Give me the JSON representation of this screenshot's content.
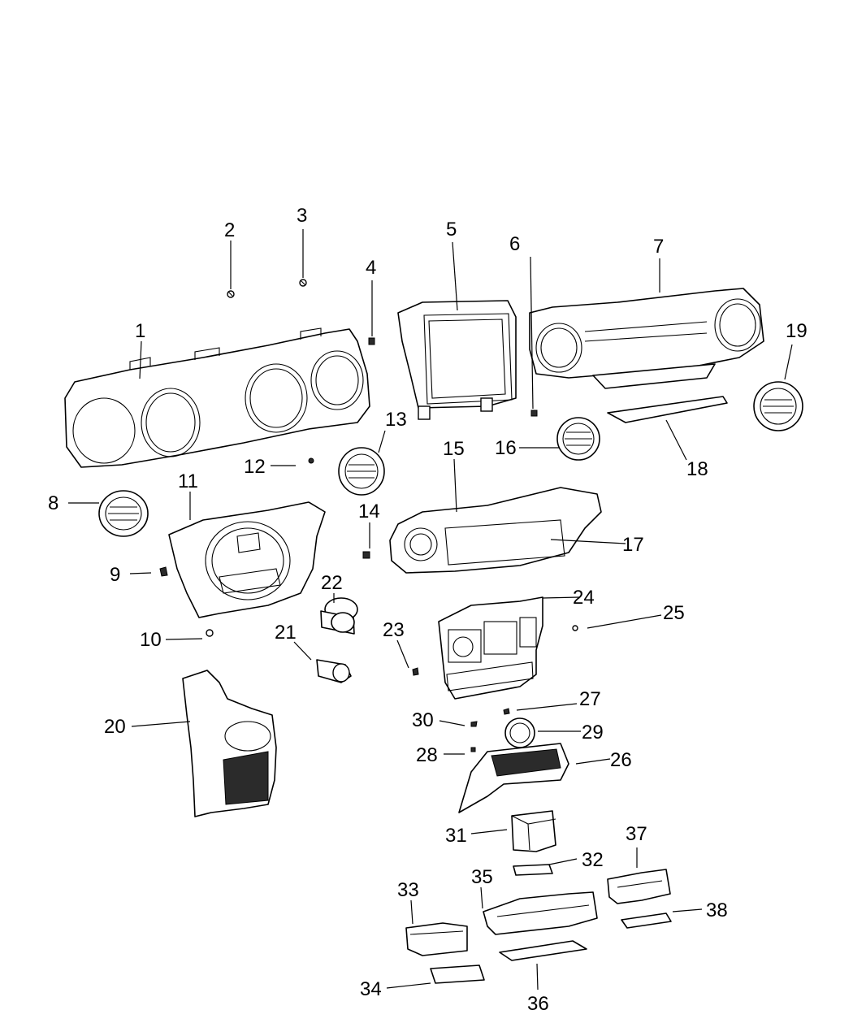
{
  "callouts": [
    {
      "id": "1",
      "label": "1"
    },
    {
      "id": "2",
      "label": "2"
    },
    {
      "id": "3",
      "label": "3"
    },
    {
      "id": "4",
      "label": "4"
    },
    {
      "id": "5",
      "label": "5"
    },
    {
      "id": "6",
      "label": "6"
    },
    {
      "id": "7",
      "label": "7"
    },
    {
      "id": "8",
      "label": "8"
    },
    {
      "id": "9",
      "label": "9"
    },
    {
      "id": "10",
      "label": "10"
    },
    {
      "id": "11",
      "label": "11"
    },
    {
      "id": "12",
      "label": "12"
    },
    {
      "id": "13",
      "label": "13"
    },
    {
      "id": "14",
      "label": "14"
    },
    {
      "id": "15",
      "label": "15"
    },
    {
      "id": "16",
      "label": "16"
    },
    {
      "id": "17",
      "label": "17"
    },
    {
      "id": "18",
      "label": "18"
    },
    {
      "id": "19",
      "label": "19"
    },
    {
      "id": "20",
      "label": "20"
    },
    {
      "id": "21",
      "label": "21"
    },
    {
      "id": "22",
      "label": "22"
    },
    {
      "id": "23",
      "label": "23"
    },
    {
      "id": "24",
      "label": "24"
    },
    {
      "id": "25",
      "label": "25"
    },
    {
      "id": "26",
      "label": "26"
    },
    {
      "id": "27",
      "label": "27"
    },
    {
      "id": "28",
      "label": "28"
    },
    {
      "id": "29",
      "label": "29"
    },
    {
      "id": "30",
      "label": "30"
    },
    {
      "id": "31",
      "label": "31"
    },
    {
      "id": "32",
      "label": "32"
    },
    {
      "id": "33",
      "label": "33"
    },
    {
      "id": "34",
      "label": "34"
    },
    {
      "id": "35",
      "label": "35"
    },
    {
      "id": "36",
      "label": "36"
    },
    {
      "id": "37",
      "label": "37"
    },
    {
      "id": "38",
      "label": "38"
    }
  ]
}
